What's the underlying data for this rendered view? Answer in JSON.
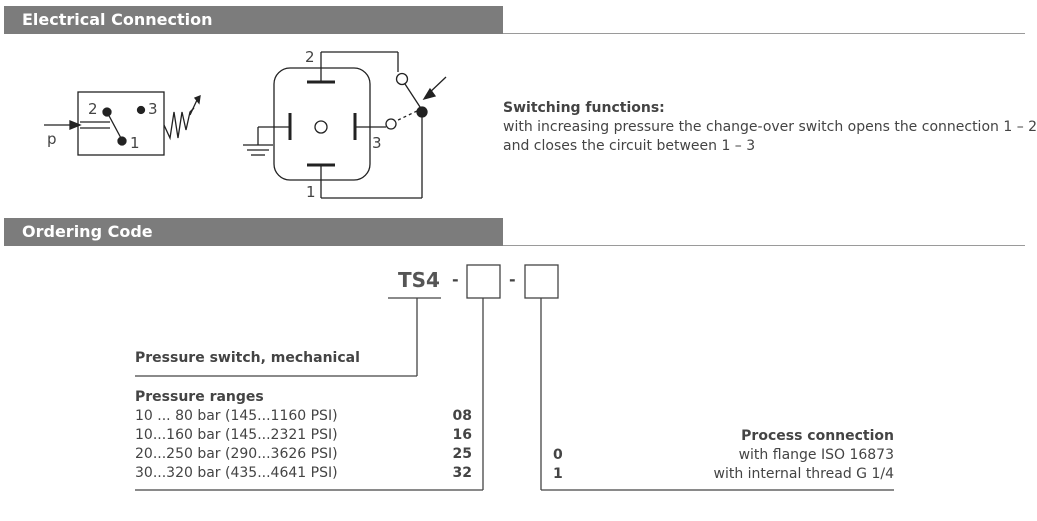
{
  "electrical": {
    "title": "Electrical Connection",
    "symbol_labels": {
      "p": "p",
      "port2": "2",
      "port3": "3",
      "port1": "1"
    },
    "plug_labels": {
      "pin2": "2",
      "pin3": "3",
      "pin1": "1"
    },
    "switching_heading": "Switching functions:",
    "switching_line1": "with increasing pressure the change-over switch opens the connection 1 – 2",
    "switching_line2": "and closes the circuit between 1 – 3"
  },
  "ordering": {
    "title": "Ordering Code",
    "code_prefix": "TS4",
    "dash1": "-",
    "dash2": "-",
    "pressure_switch_label": "Pressure switch, mechanical",
    "pressure_ranges_heading": "Pressure ranges",
    "pressure_ranges": [
      {
        "label": "10 ... 80 bar (145...1160 PSI)",
        "code": "08"
      },
      {
        "label": "10...160 bar (145...2321 PSI)",
        "code": "16"
      },
      {
        "label": "20...250 bar (290...3626 PSI)",
        "code": "25"
      },
      {
        "label": "30...320 bar (435...4641 PSI)",
        "code": "32"
      }
    ],
    "process_heading": "Process connection",
    "process_connections": [
      {
        "code": "0",
        "label": "with flange ISO 16873"
      },
      {
        "code": "1",
        "label": "with internal thread G 1/4"
      }
    ]
  },
  "colors": {
    "section_bar": "#7c7c7c",
    "text": "#444444",
    "lines": "#222222"
  }
}
